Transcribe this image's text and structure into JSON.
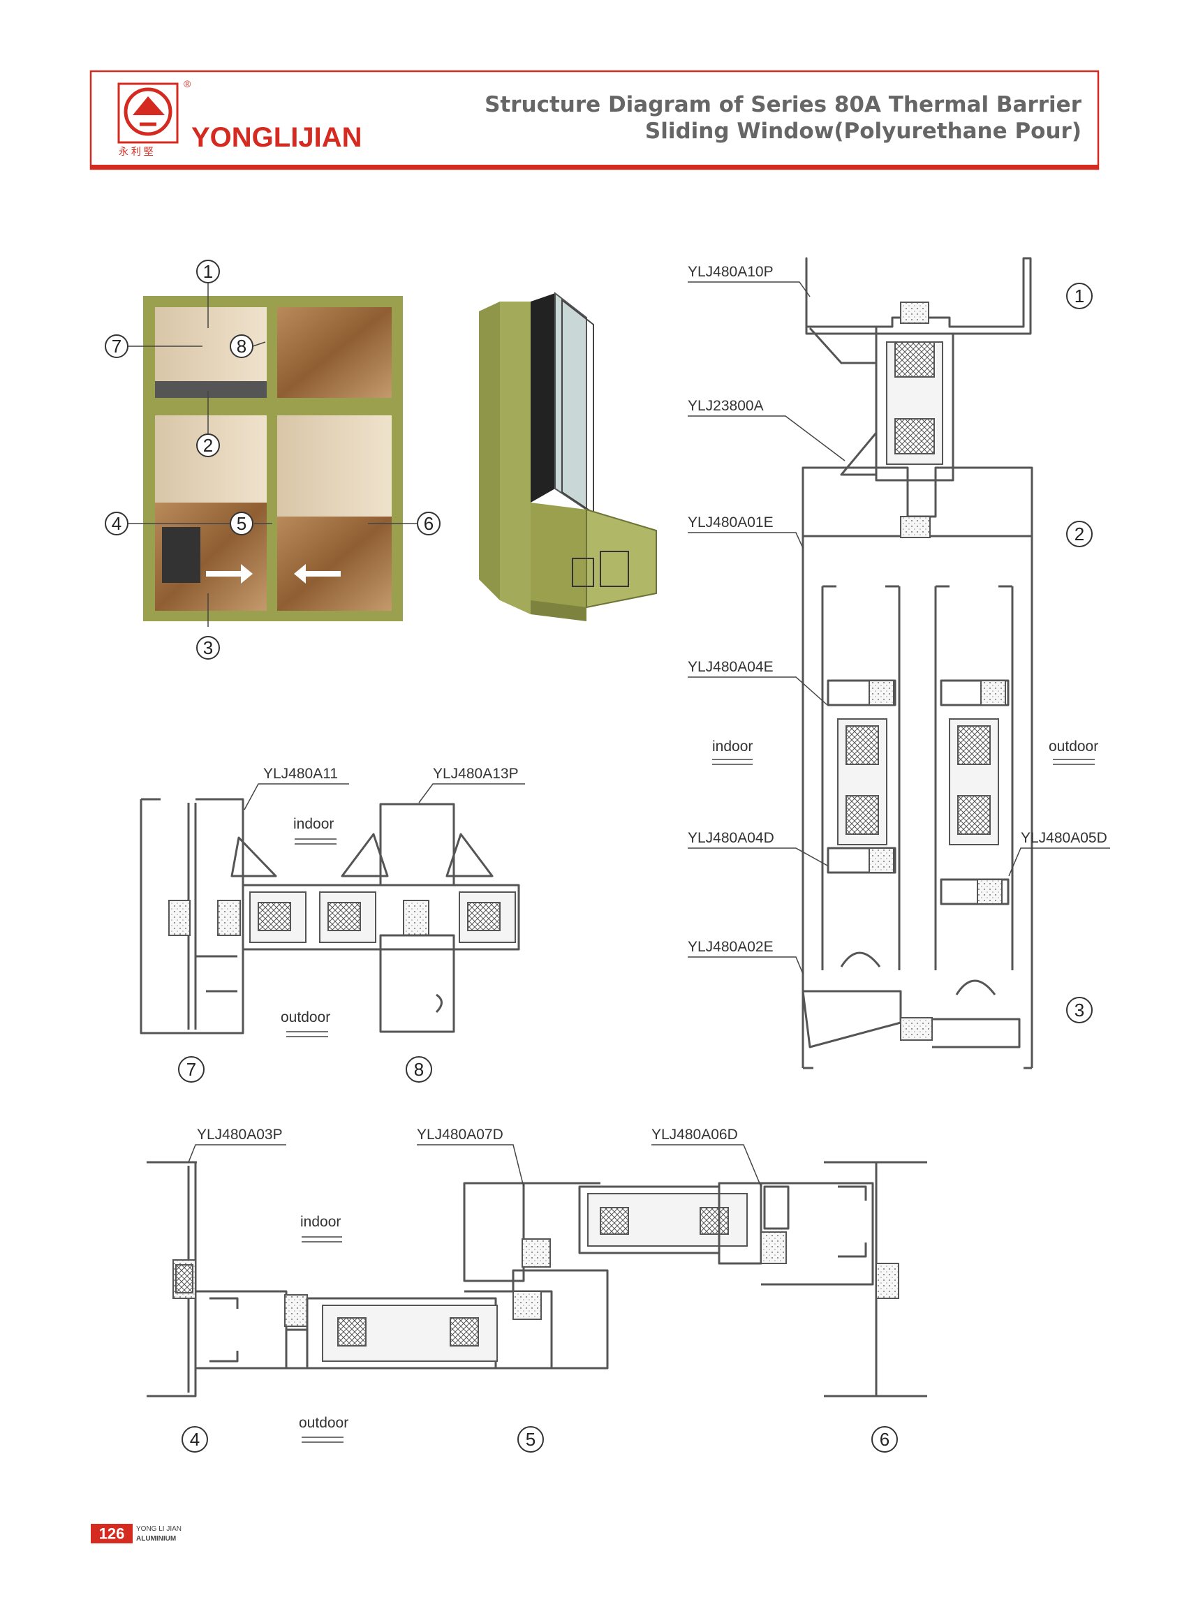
{
  "header": {
    "brand": "YONGLIJIAN",
    "brand_cn": "永 利 堅",
    "registered": "®",
    "title_line1": "Structure Diagram of Series 80A Thermal Barrier",
    "title_line2": "Sliding Window(Polyurethane Pour)"
  },
  "photo_callouts": [
    "1",
    "2",
    "3",
    "4",
    "5",
    "6",
    "7",
    "8"
  ],
  "section_numbers": {
    "n1": "1",
    "n2": "2",
    "n3": "3",
    "n4": "4",
    "n5": "5",
    "n6": "6",
    "n7": "7",
    "n8": "8"
  },
  "vertical_section": {
    "parts": [
      "YLJ480A10P",
      "YLJ23800A",
      "YLJ480A01E",
      "YLJ480A04E",
      "YLJ480A04D",
      "YLJ480A05D",
      "YLJ480A02E"
    ],
    "indoor": "indoor",
    "outdoor": "outdoor"
  },
  "left_section": {
    "parts": [
      "YLJ480A11",
      "YLJ480A13P"
    ],
    "indoor": "indoor",
    "outdoor": "outdoor"
  },
  "bottom_section": {
    "parts": [
      "YLJ480A03P",
      "YLJ480A07D",
      "YLJ480A06D"
    ],
    "indoor": "indoor",
    "outdoor": "outdoor"
  },
  "footer": {
    "page": "126",
    "line1": "YONG LI JIAN",
    "line2": "ALUMINIUM"
  },
  "colors": {
    "brand_red": "#d42a20",
    "frame_green": "#9aa04e",
    "profile_stroke": "#555555"
  }
}
